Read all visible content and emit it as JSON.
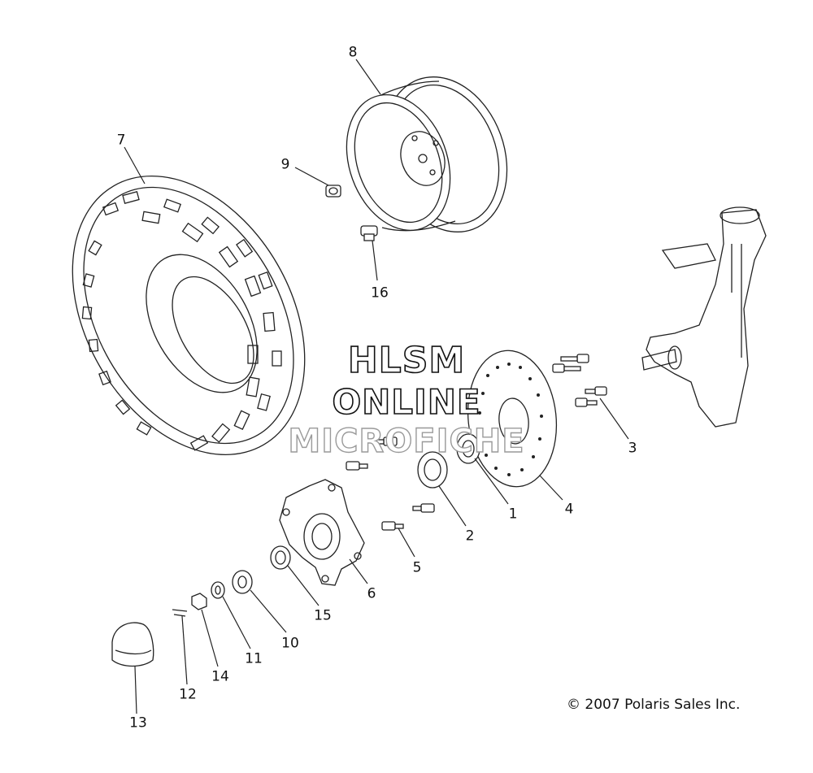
{
  "watermark": {
    "line1": "HLSM",
    "line2": "ONLINE",
    "line3": "MICROFICHE"
  },
  "copyright": "© 2007 Polaris Sales Inc.",
  "callouts": [
    "1",
    "2",
    "3",
    "4",
    "5",
    "6",
    "7",
    "8",
    "9",
    "10",
    "11",
    "12",
    "13",
    "14",
    "15",
    "16"
  ]
}
